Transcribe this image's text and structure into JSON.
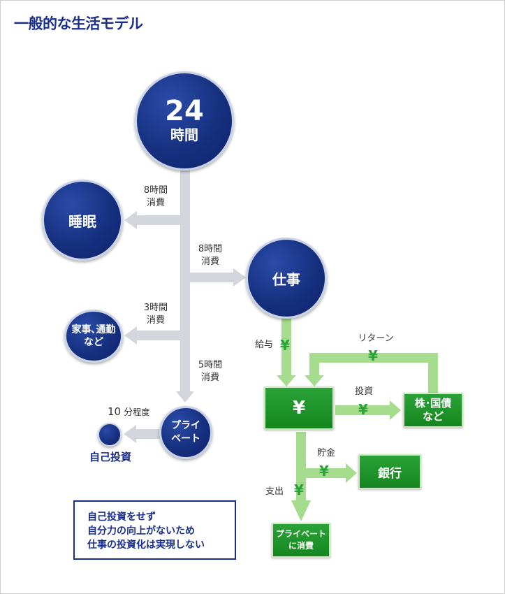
{
  "title": "一般的な生活モデル",
  "nodes": {
    "total": {
      "value": "24",
      "unit": "時間"
    },
    "sleep": "睡眠",
    "work": "仕事",
    "house_line1": "家事､通勤",
    "house_line2": "など",
    "private_line1": "プライ",
    "private_line2": "ベート",
    "self_invest": "自己投資"
  },
  "time_labels": {
    "sleep_hours": "8時間",
    "sleep_consume": "消費",
    "work_hours": "8時間",
    "work_consume": "消費",
    "house_hours": "3時間",
    "house_consume": "消費",
    "private_hours": "5時間",
    "private_consume": "消費",
    "self_num": "10",
    "self_unit": "分",
    "self_suffix": "程度"
  },
  "money": {
    "yen": "¥",
    "salary": "給与",
    "return": "リターン",
    "invest": "投資",
    "stocks_line1": "株･国債",
    "stocks_line2": "など",
    "savings": "貯金",
    "bank": "銀行",
    "spending": "支出",
    "private_line1": "プライベート",
    "private_line2": "に消費"
  },
  "note": {
    "line1": "自己投資をせず",
    "line2": "自分力の向上がないため",
    "line3": "仕事の投資化は実現しない"
  },
  "colors": {
    "navy": "#16307f",
    "green": "#1f9a2c",
    "light_green": "#a6dc8e",
    "gray_arrow": "#d4d6de"
  }
}
